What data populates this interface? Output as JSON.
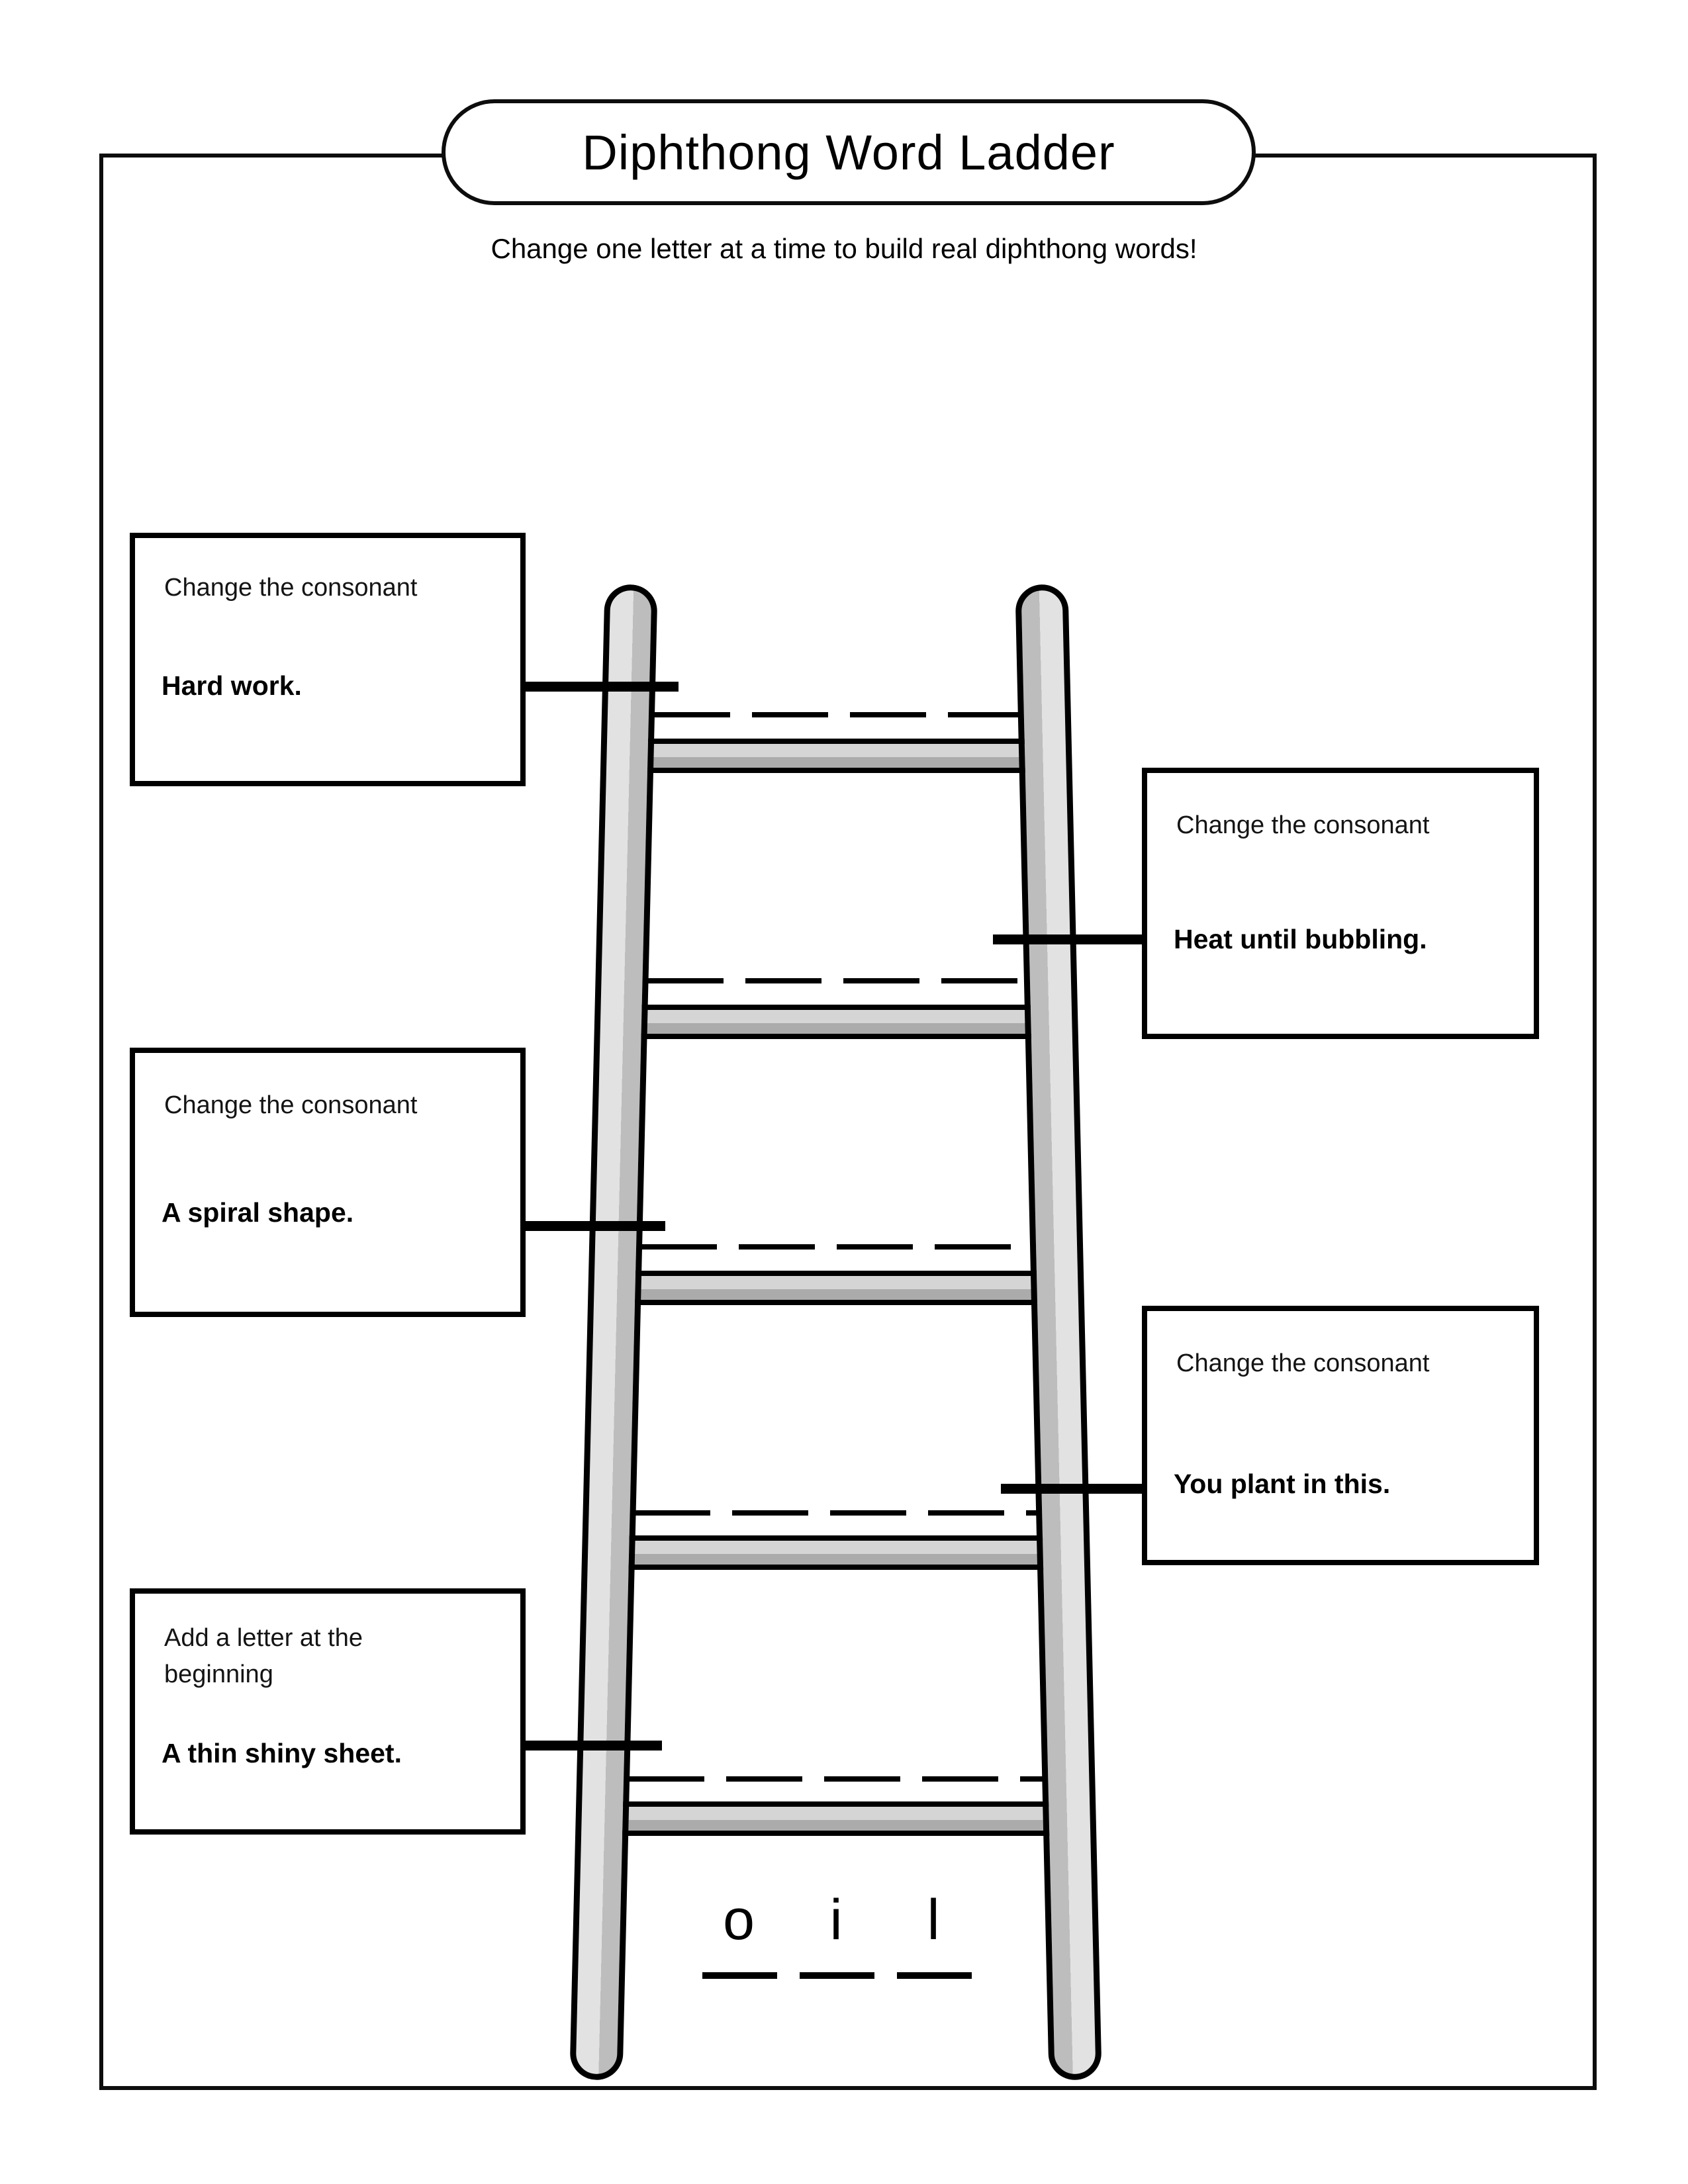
{
  "page": {
    "title": "Diphthong Word Ladder",
    "subtitle": "Change one letter at a time to build real diphthong words!"
  },
  "clues": [
    {
      "position": "left",
      "label": "Change the consonant",
      "clue": "Hard work."
    },
    {
      "position": "right",
      "label": "Change the consonant",
      "clue": "Heat until bubbling."
    },
    {
      "position": "left",
      "label": "Change the consonant",
      "clue": "A spiral shape."
    },
    {
      "position": "right",
      "label": "Change the consonant",
      "clue": "You plant in this."
    },
    {
      "position": "left",
      "label": "Add a letter at the beginning",
      "clue": "A thin shiny sheet."
    }
  ],
  "ladder": {
    "rung_count": 5,
    "start_word_letters": [
      "o",
      "i",
      "l"
    ]
  },
  "colors": {
    "ink": "#000000",
    "paper": "#ffffff",
    "rail_light": "#e2e2e2",
    "rail_shade": "#bdbdbd",
    "rung_light": "#d5d5d5",
    "rung_shade": "#ababab"
  }
}
